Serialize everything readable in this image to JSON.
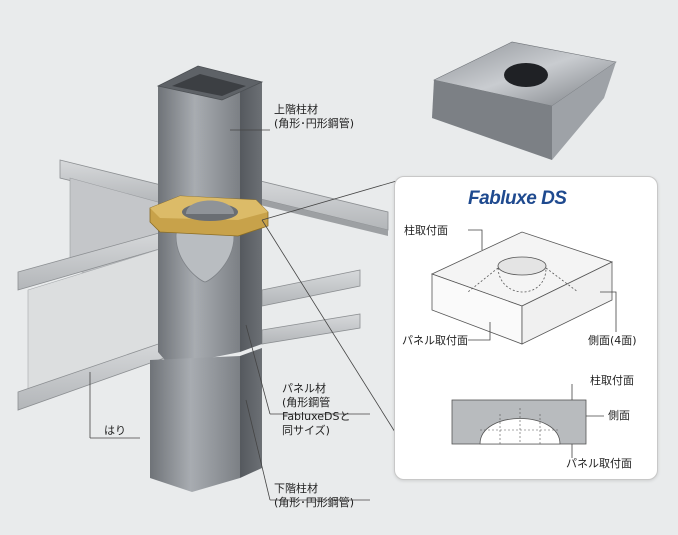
{
  "labels": {
    "upper_column": [
      "上階柱材",
      "(角形･円形鋼管)"
    ],
    "panel_member": [
      "パネル材",
      "(角形鋼管",
      "FabluxeDSと",
      "同サイズ)"
    ],
    "lower_column": [
      "下階柱材",
      "(角形･円形鋼管)"
    ],
    "beam": "はり"
  },
  "detail": {
    "brand": "Fabluxe DS",
    "column_face": "柱取付面",
    "panel_face": "パネル取付面",
    "side_face": "側面(4面)",
    "section_column_face": "柱取付面",
    "section_side": "側面",
    "section_panel_face": "パネル取付面"
  },
  "colors": {
    "brand": "#1f4a8f",
    "steel": "#9a9ea3",
    "diaphragm": "#c8a24a",
    "background": "#e9ebec"
  }
}
